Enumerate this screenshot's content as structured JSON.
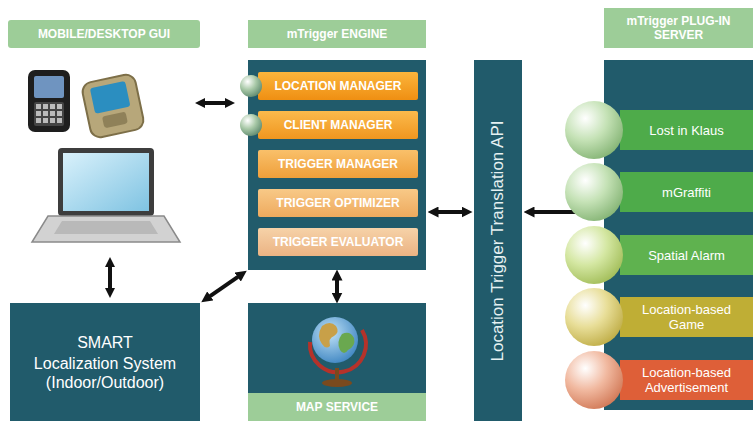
{
  "diagram": {
    "nodes": [
      {
        "text": [
          "MOBILE/DESKTOP GUI"
        ]
      },
      {
        "text": [
          "mTrigger ENGINE"
        ]
      },
      {
        "text": [
          "LOCATION MANAGER"
        ],
        "in": 1
      },
      {
        "text": [
          "CLIENT MANAGER"
        ],
        "in": 1
      },
      {
        "text": [
          "TRIGGER MANAGER"
        ],
        "in": 1
      },
      {
        "text": [
          "TRIGGER OPTIMIZER"
        ],
        "in": 1
      },
      {
        "text": [
          "TRIGGER EVALUATOR"
        ],
        "in": 1
      },
      {
        "text": [
          "Location Trigger Translation API"
        ]
      },
      {
        "text": [
          "mTrigger PLUG-IN SERVER"
        ]
      },
      {
        "text": [
          "Lost in Klaus"
        ],
        "in": 8
      },
      {
        "text": [
          "mGraffiti"
        ],
        "in": 8
      },
      {
        "text": [
          "Spatial Alarm"
        ],
        "in": 8
      },
      {
        "text": [
          "Location-based Game"
        ],
        "in": 8
      },
      {
        "text": [
          "Location-based Advertisement"
        ],
        "in": 8
      },
      {
        "text": [
          "SMART",
          "Localization System (Indoor/Outdoor)"
        ]
      },
      {
        "text": [
          "MAP SERVICE"
        ]
      }
    ],
    "edges": [
      {
        "from": 14,
        "to": 1,
        "arrow": "both"
      },
      {
        "from": 1,
        "to": 15,
        "arrow": "both"
      },
      {
        "from": 1,
        "to": 7,
        "arrow": "both"
      },
      {
        "from": 7,
        "to": 8,
        "arrow": "both"
      }
    ]
  }
}
